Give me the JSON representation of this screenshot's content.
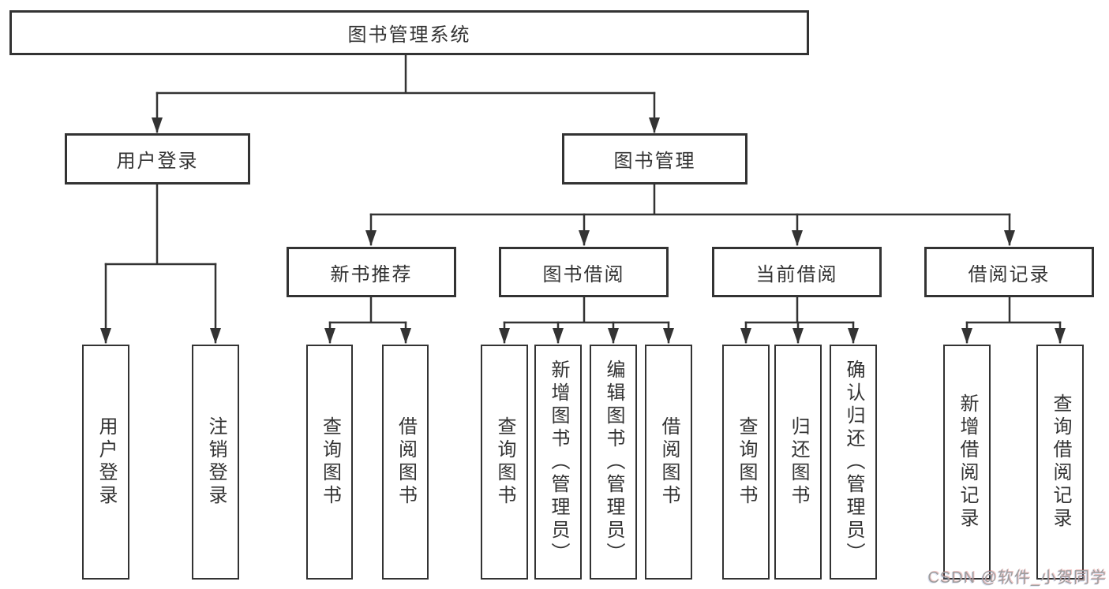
{
  "tree": {
    "root": {
      "label": "图书管理系统"
    },
    "branches": [
      {
        "label": "用户登录",
        "children": [
          {
            "label": "用户登录"
          },
          {
            "label": "注销登录"
          }
        ]
      },
      {
        "label": "图书管理",
        "children": [
          {
            "label": "新书推荐",
            "children": [
              {
                "label": "查询图书"
              },
              {
                "label": "借阅图书"
              }
            ]
          },
          {
            "label": "图书借阅",
            "children": [
              {
                "label": "查询图书"
              },
              {
                "label": "新增图书（管理员）"
              },
              {
                "label": "编辑图书（管理员）"
              },
              {
                "label": "借阅图书"
              }
            ]
          },
          {
            "label": "当前借阅",
            "children": [
              {
                "label": "查询图书"
              },
              {
                "label": "归还图书"
              },
              {
                "label": "确认归还（管理员）"
              }
            ]
          },
          {
            "label": "借阅记录",
            "children": [
              {
                "label": "新增借阅记录"
              },
              {
                "label": "查询借阅记录"
              }
            ]
          }
        ]
      }
    ]
  },
  "watermark": {
    "text": "CSDN @软件_小贺同学"
  },
  "colors": {
    "line": "#333333",
    "text": "#333333",
    "background": "#ffffff",
    "watermark": "#9e9e9e"
  }
}
